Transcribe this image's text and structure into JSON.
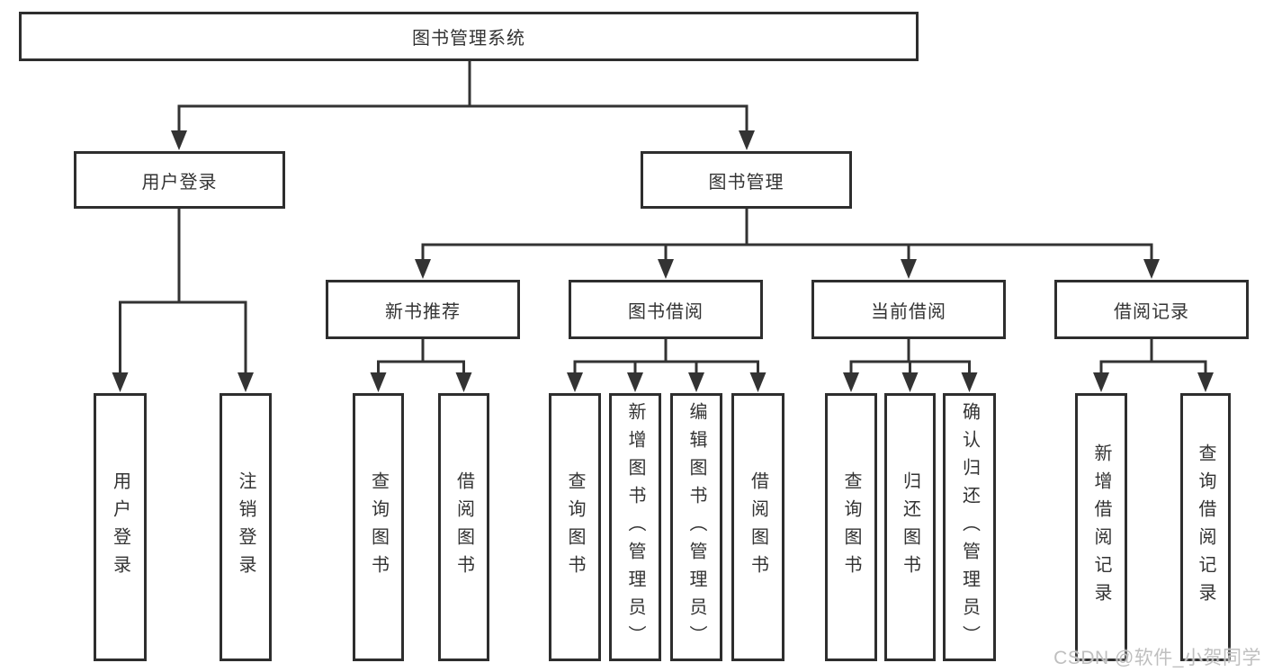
{
  "tree": {
    "label": "图书管理系统",
    "children": [
      {
        "label": "用户登录",
        "children": [
          {
            "label": "用户登录"
          },
          {
            "label": "注销登录"
          }
        ]
      },
      {
        "label": "图书管理",
        "children": [
          {
            "label": "新书推荐",
            "children": [
              {
                "label": "查询图书"
              },
              {
                "label": "借阅图书"
              }
            ]
          },
          {
            "label": "图书借阅",
            "children": [
              {
                "label": "查询图书"
              },
              {
                "label": "新增图书（管理员）"
              },
              {
                "label": "编辑图书（管理员）"
              },
              {
                "label": "借阅图书"
              }
            ]
          },
          {
            "label": "当前借阅",
            "children": [
              {
                "label": "查询图书"
              },
              {
                "label": "归还图书"
              },
              {
                "label": "确认归还（管理员）"
              }
            ]
          },
          {
            "label": "借阅记录",
            "children": [
              {
                "label": "新增借阅记录"
              },
              {
                "label": "查询借阅记录"
              }
            ]
          }
        ]
      }
    ]
  },
  "watermark": {
    "text": "CSDN @软件_小贺同学"
  },
  "colors": {
    "line": "#333333",
    "box_border": "#2e2e2e",
    "text": "#333333",
    "watermark_text": "#bfbfbf",
    "background": "#ffffff"
  }
}
